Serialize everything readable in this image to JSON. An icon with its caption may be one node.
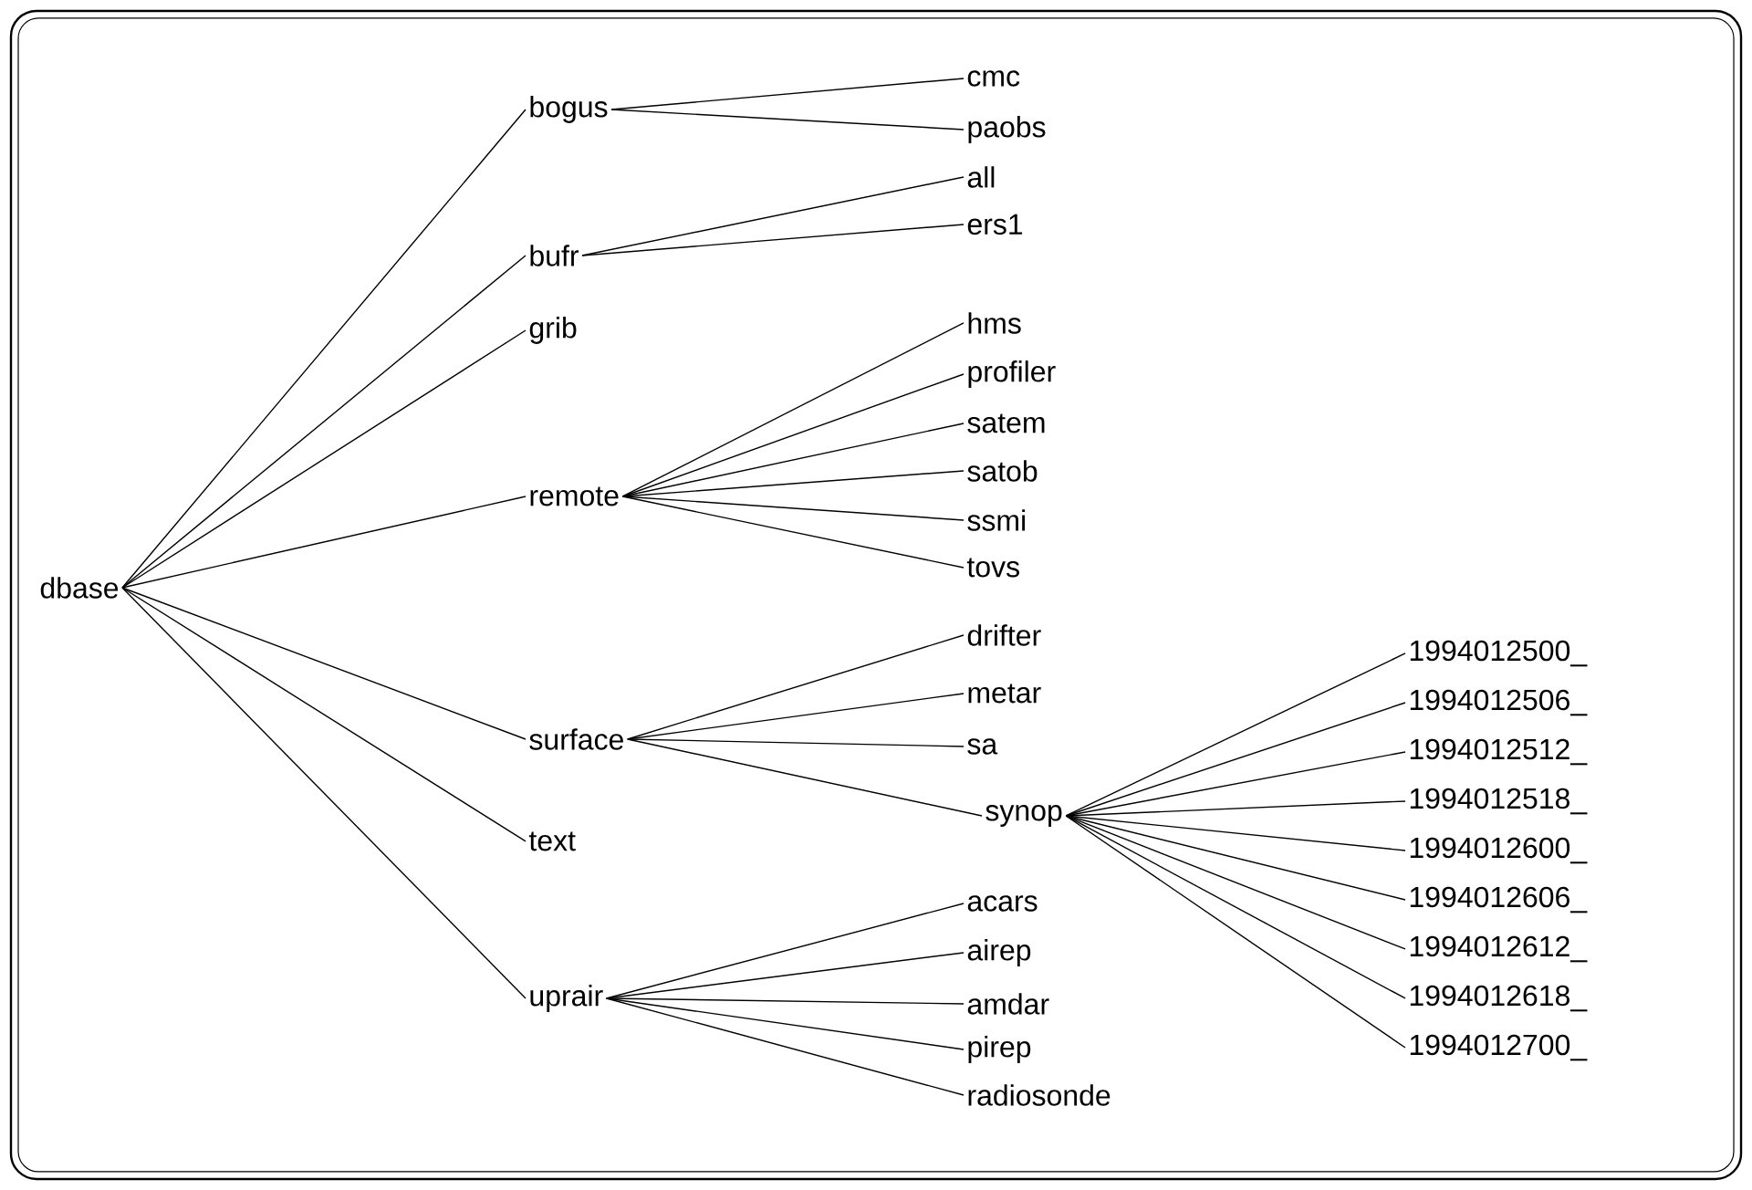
{
  "diagram": {
    "nodes": [
      {
        "text": [
          "dbase"
        ]
      },
      {
        "text": [
          "bogus"
        ]
      },
      {
        "text": [
          "bufr"
        ]
      },
      {
        "text": [
          "grib"
        ]
      },
      {
        "text": [
          "remote"
        ]
      },
      {
        "text": [
          "surface"
        ]
      },
      {
        "text": [
          "text"
        ]
      },
      {
        "text": [
          "uprair"
        ]
      },
      {
        "text": [
          "cmc"
        ]
      },
      {
        "text": [
          "paobs"
        ]
      },
      {
        "text": [
          "all"
        ]
      },
      {
        "text": [
          "ers1"
        ]
      },
      {
        "text": [
          "hms"
        ]
      },
      {
        "text": [
          "profiler"
        ]
      },
      {
        "text": [
          "satem"
        ]
      },
      {
        "text": [
          "satob"
        ]
      },
      {
        "text": [
          "ssmi"
        ]
      },
      {
        "text": [
          "tovs"
        ]
      },
      {
        "text": [
          "drifter"
        ]
      },
      {
        "text": [
          "metar"
        ]
      },
      {
        "text": [
          "sa"
        ]
      },
      {
        "text": [
          "synop"
        ]
      },
      {
        "text": [
          "acars"
        ]
      },
      {
        "text": [
          "airep"
        ]
      },
      {
        "text": [
          "amdar"
        ]
      },
      {
        "text": [
          "pirep"
        ]
      },
      {
        "text": [
          "radiosonde"
        ]
      },
      {
        "text": [
          "1994012500_"
        ]
      },
      {
        "text": [
          "1994012506_"
        ]
      },
      {
        "text": [
          "1994012512_"
        ]
      },
      {
        "text": [
          "1994012518_"
        ]
      },
      {
        "text": [
          "1994012600_"
        ]
      },
      {
        "text": [
          "1994012606_"
        ]
      },
      {
        "text": [
          "1994012612_"
        ]
      },
      {
        "text": [
          "1994012618_"
        ]
      },
      {
        "text": [
          "1994012700_"
        ]
      }
    ],
    "edges": [
      {
        "from": 0,
        "to": 1,
        "arrow": "none"
      },
      {
        "from": 0,
        "to": 2,
        "arrow": "none"
      },
      {
        "from": 0,
        "to": 3,
        "arrow": "none"
      },
      {
        "from": 0,
        "to": 4,
        "arrow": "none"
      },
      {
        "from": 0,
        "to": 5,
        "arrow": "none"
      },
      {
        "from": 0,
        "to": 6,
        "arrow": "none"
      },
      {
        "from": 0,
        "to": 7,
        "arrow": "none"
      },
      {
        "from": 1,
        "to": 8,
        "arrow": "none"
      },
      {
        "from": 1,
        "to": 9,
        "arrow": "none"
      },
      {
        "from": 2,
        "to": 10,
        "arrow": "none"
      },
      {
        "from": 2,
        "to": 11,
        "arrow": "none"
      },
      {
        "from": 4,
        "to": 12,
        "arrow": "none"
      },
      {
        "from": 4,
        "to": 13,
        "arrow": "none"
      },
      {
        "from": 4,
        "to": 14,
        "arrow": "none"
      },
      {
        "from": 4,
        "to": 15,
        "arrow": "none"
      },
      {
        "from": 4,
        "to": 16,
        "arrow": "none"
      },
      {
        "from": 4,
        "to": 17,
        "arrow": "none"
      },
      {
        "from": 5,
        "to": 18,
        "arrow": "none"
      },
      {
        "from": 5,
        "to": 19,
        "arrow": "none"
      },
      {
        "from": 5,
        "to": 20,
        "arrow": "none"
      },
      {
        "from": 5,
        "to": 21,
        "arrow": "none"
      },
      {
        "from": 7,
        "to": 22,
        "arrow": "none"
      },
      {
        "from": 7,
        "to": 23,
        "arrow": "none"
      },
      {
        "from": 7,
        "to": 24,
        "arrow": "none"
      },
      {
        "from": 7,
        "to": 25,
        "arrow": "none"
      },
      {
        "from": 7,
        "to": 26,
        "arrow": "none"
      },
      {
        "from": 21,
        "to": 27,
        "arrow": "none"
      },
      {
        "from": 21,
        "to": 28,
        "arrow": "none"
      },
      {
        "from": 21,
        "to": 29,
        "arrow": "none"
      },
      {
        "from": 21,
        "to": 30,
        "arrow": "none"
      },
      {
        "from": 21,
        "to": 31,
        "arrow": "none"
      },
      {
        "from": 21,
        "to": 32,
        "arrow": "none"
      },
      {
        "from": 21,
        "to": 33,
        "arrow": "none"
      },
      {
        "from": 21,
        "to": 34,
        "arrow": "none"
      },
      {
        "from": 21,
        "to": 35,
        "arrow": "none"
      }
    ]
  }
}
